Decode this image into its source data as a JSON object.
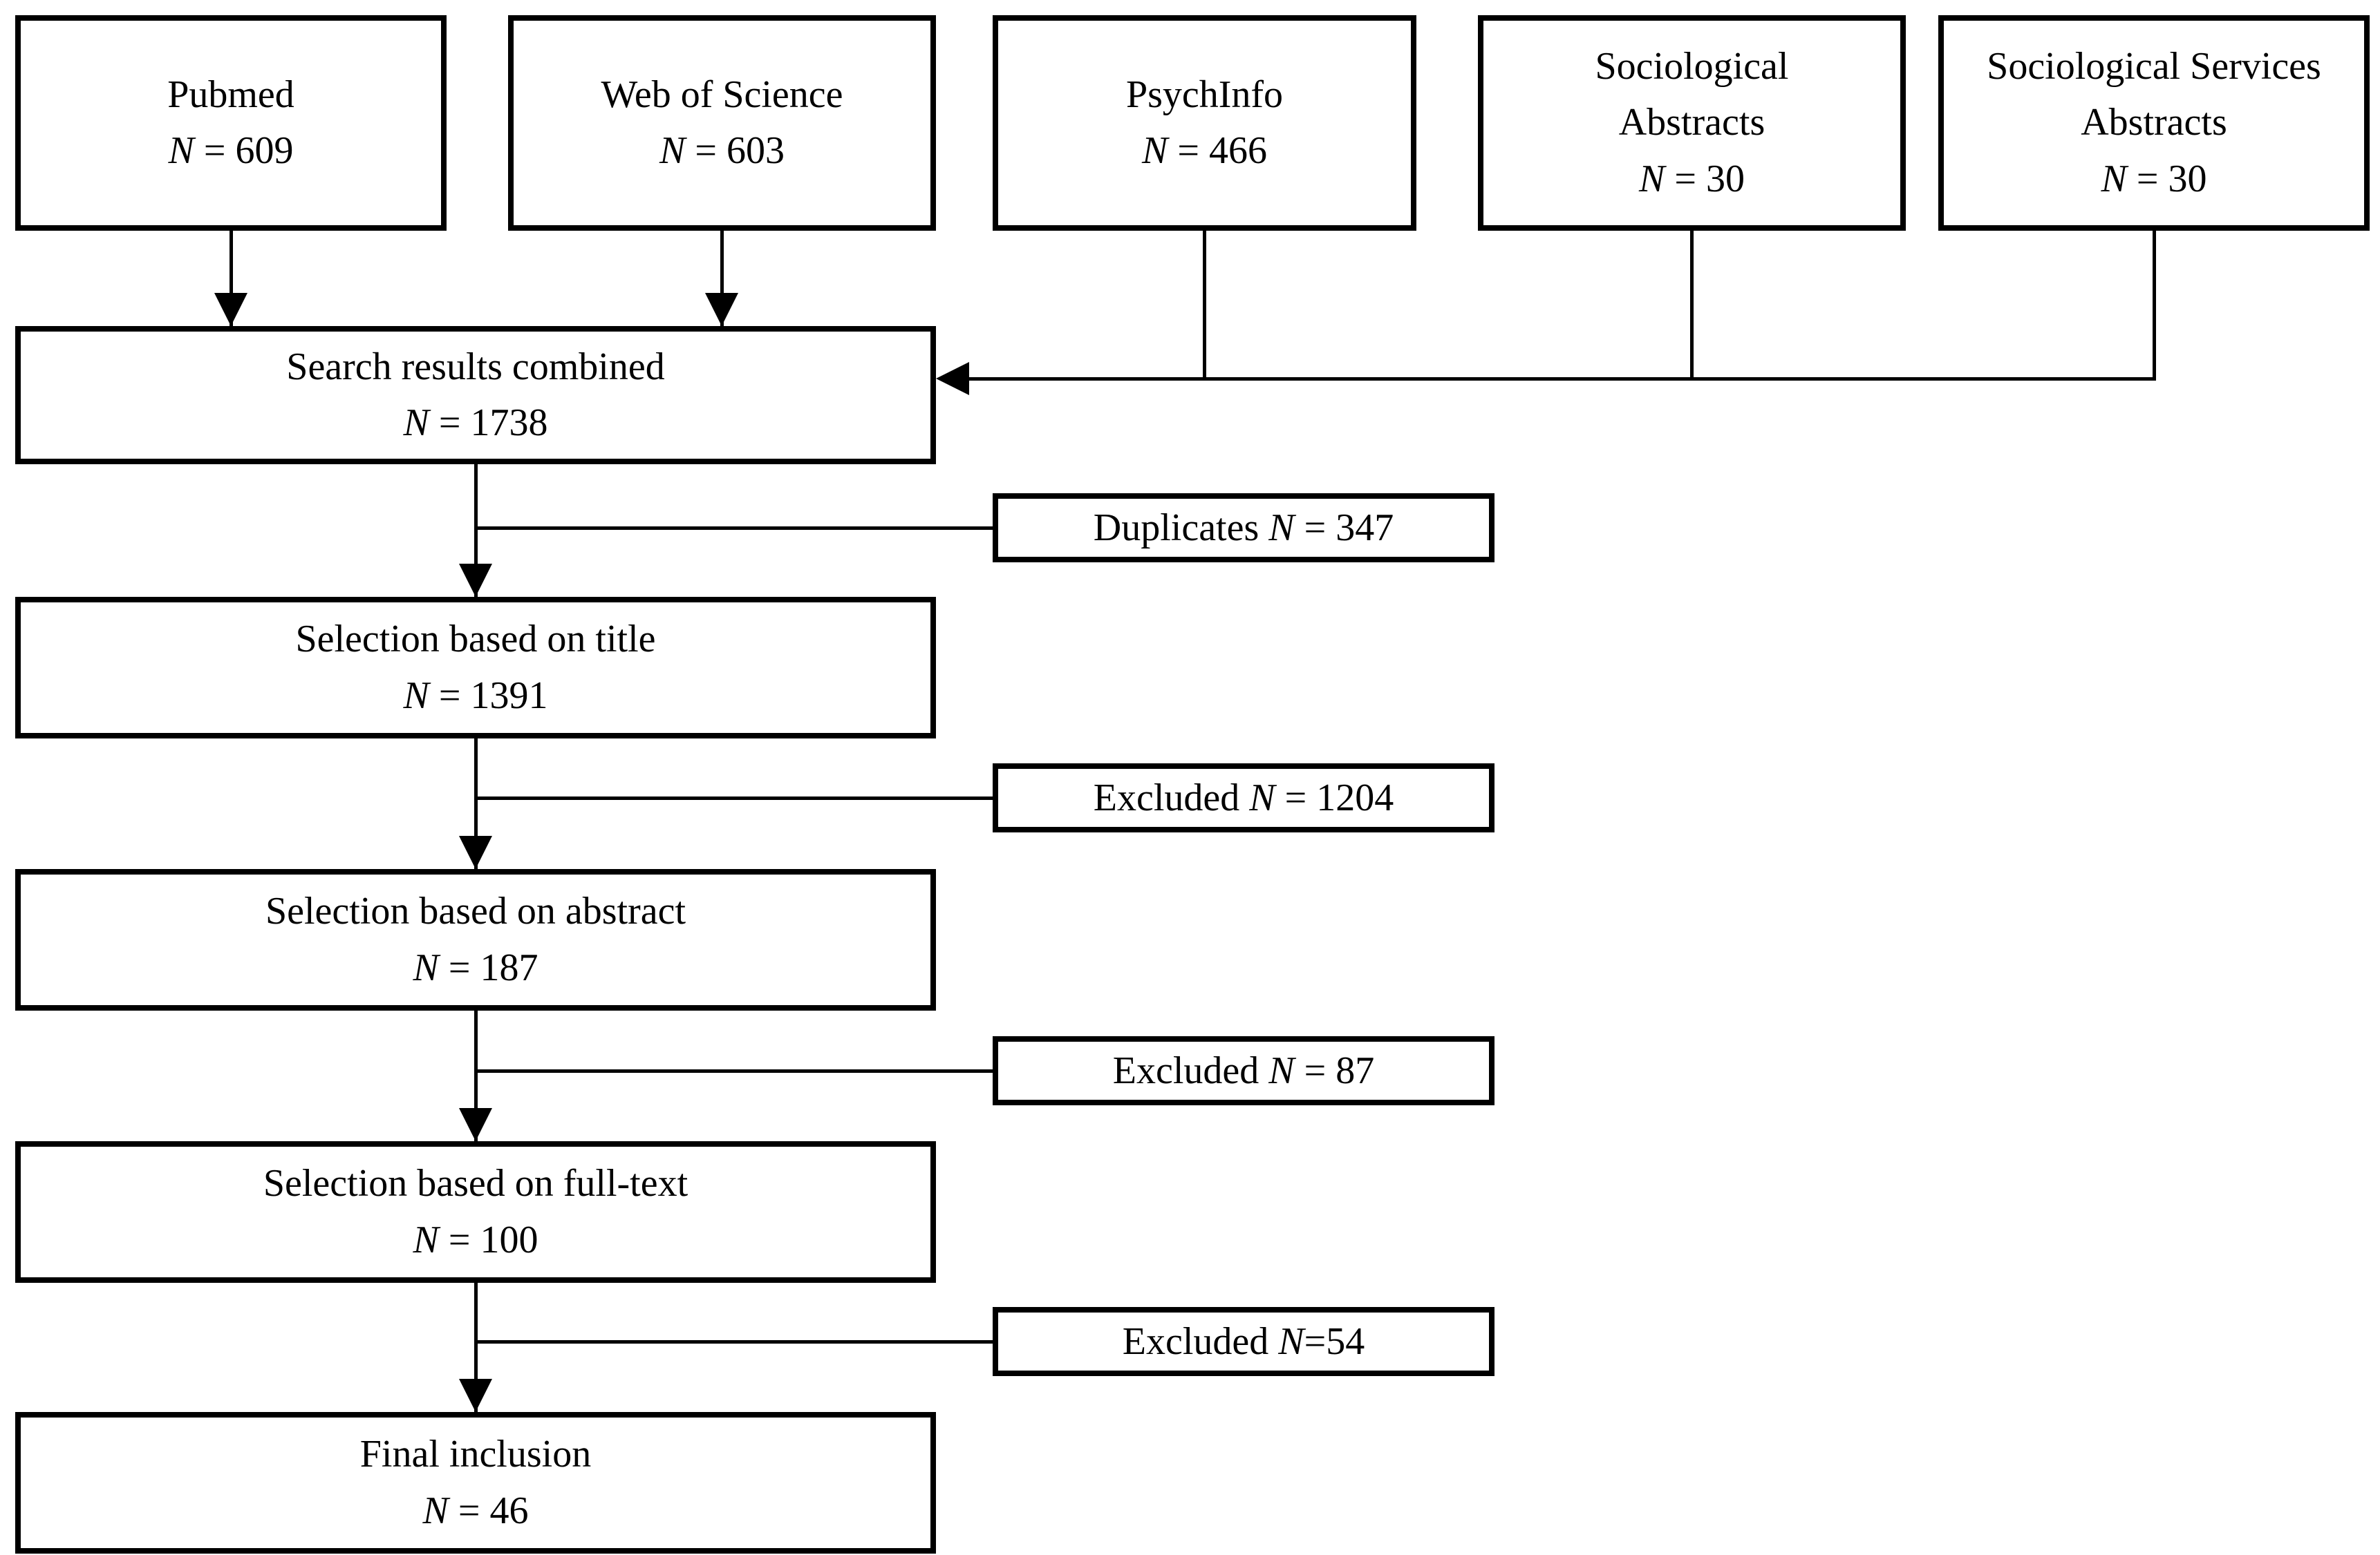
{
  "colors": {
    "ink": "#000000",
    "background": "#ffffff"
  },
  "diagram": {
    "sources": [
      {
        "line1": "Pubmed",
        "n": "N",
        "eq": " = 609"
      },
      {
        "line1": "Web of Science",
        "n": "N",
        "eq": " = 603"
      },
      {
        "line1": "PsychInfo",
        "n": "N",
        "eq": " = 466"
      },
      {
        "line1": "Sociological",
        "line2": "Abstracts",
        "n": "N",
        "eq": " = 30"
      },
      {
        "line1": "Sociological Services",
        "line2": "Abstracts",
        "n": "N",
        "eq": " = 30"
      }
    ],
    "stages": [
      {
        "line1": "Search results combined",
        "n": "N",
        "eq": " = 1738"
      },
      {
        "line1": "Selection based on title",
        "n": "N",
        "eq": " = 1391"
      },
      {
        "line1": "Selection based on abstract",
        "n": "N",
        "eq": " = 187"
      },
      {
        "line1": "Selection based on full-text",
        "n": "N",
        "eq": " = 100"
      },
      {
        "line1": "Final inclusion",
        "n": "N",
        "eq": " = 46"
      }
    ],
    "exclusions": [
      {
        "label": "Duplicates",
        "n": "N",
        "eq": " = 347"
      },
      {
        "label": "Excluded",
        "n": "N",
        "eq": " = 1204"
      },
      {
        "label": "Excluded",
        "n": "N",
        "eq": " = 87"
      },
      {
        "label": "Excluded",
        "n": "N",
        "eq": "=54"
      }
    ]
  }
}
